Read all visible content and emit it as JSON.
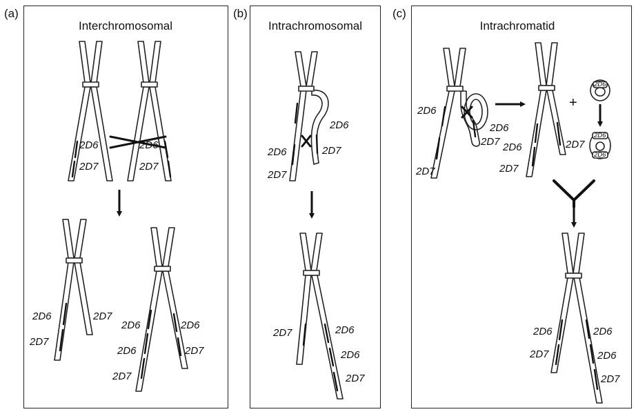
{
  "panels": {
    "a": {
      "tag": "(a)",
      "title": "Interchromosomal"
    },
    "b": {
      "tag": "(b)",
      "title": "Intrachromosomal"
    },
    "c": {
      "tag": "(c)",
      "title": "Intrachromatid"
    }
  },
  "labels": {
    "a_top_d6_left": "2D6",
    "a_top_d7_left": "2D7",
    "a_top_d6_right": "2D6",
    "a_top_d7_right": "2D7",
    "a_bot_left_d6": "2D6",
    "a_bot_left_d7": "2D7",
    "a_bot_left_d7_right": "2D7",
    "a_bot_right_d6_l": "2D6",
    "a_bot_right_d6_l2": "2D6",
    "a_bot_right_d7_l": "2D7",
    "a_bot_right_d6_r": "2D6",
    "a_bot_right_d7_r": "2D7",
    "b_top_d6_loop": "2D6",
    "b_top_d7_loop": "2D7",
    "b_top_d6_left": "2D6",
    "b_top_d7_left": "2D7",
    "b_bot_d7_left": "2D7",
    "b_bot_d6_r1": "2D6",
    "b_bot_d6_r2": "2D6",
    "b_bot_d7_r": "2D7",
    "c_top_d6_left": "2D6",
    "c_top_d7_left": "2D7",
    "c_loop_d6": "2D6",
    "c_loop_d7": "2D7",
    "c_mid_d6": "2D6",
    "c_mid_d7_left": "2D7",
    "c_mid_d7_right": "2D7",
    "c_ring_d6": "2D6",
    "c_ring2_d6_top": "2D6",
    "c_ring2_d6_bot": "2D6",
    "c_plus": "+",
    "c_bot_d6_l": "2D6",
    "c_bot_d7_l": "2D7",
    "c_bot_d6_r1": "2D6",
    "c_bot_d6_r2": "2D6",
    "c_bot_d7_r": "2D7"
  }
}
